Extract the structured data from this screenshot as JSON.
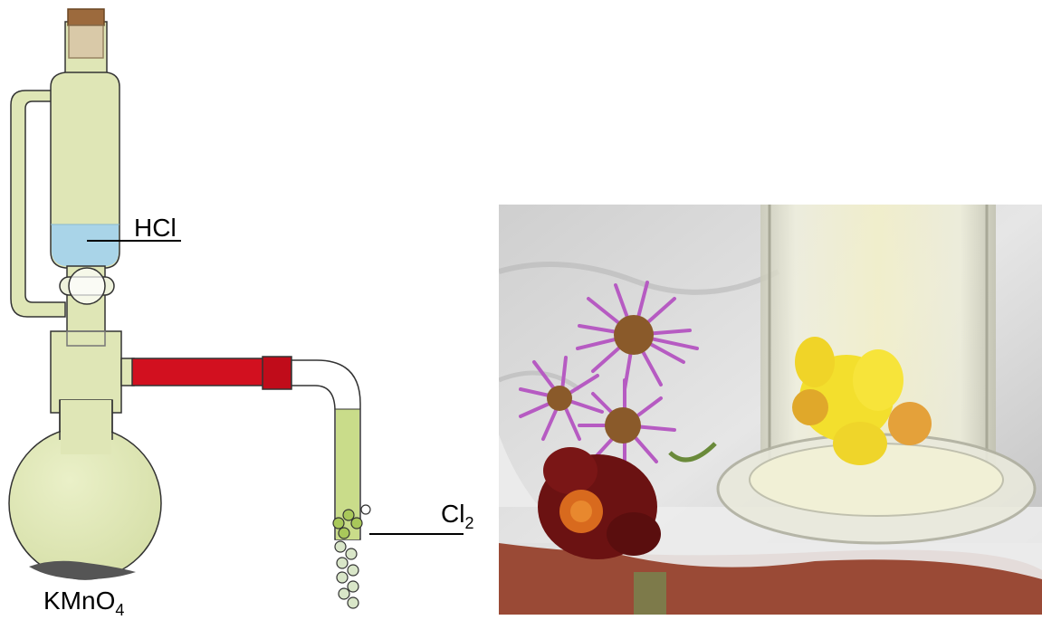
{
  "labels": {
    "hcl": "HCl",
    "cl2_main": "Cl",
    "cl2_sub": "2",
    "kmno4_main": "KMnO",
    "kmno4_sub": "4"
  },
  "colors": {
    "glass": "#dfe6b6",
    "glass_outline": "#333333",
    "hcl_liquid": "#a9d4e8",
    "tube_red": "#d2101f",
    "chlorine_green": "#c9dc8a",
    "bubble": "#d9e6c8",
    "bubble_green": "#a9c85a",
    "cork": "#9c6a3d",
    "kmno4": "#555555"
  },
  "photo": {
    "flowers": [
      "purple-aster",
      "dark-red-flower",
      "yellow-flower-bleached"
    ]
  }
}
